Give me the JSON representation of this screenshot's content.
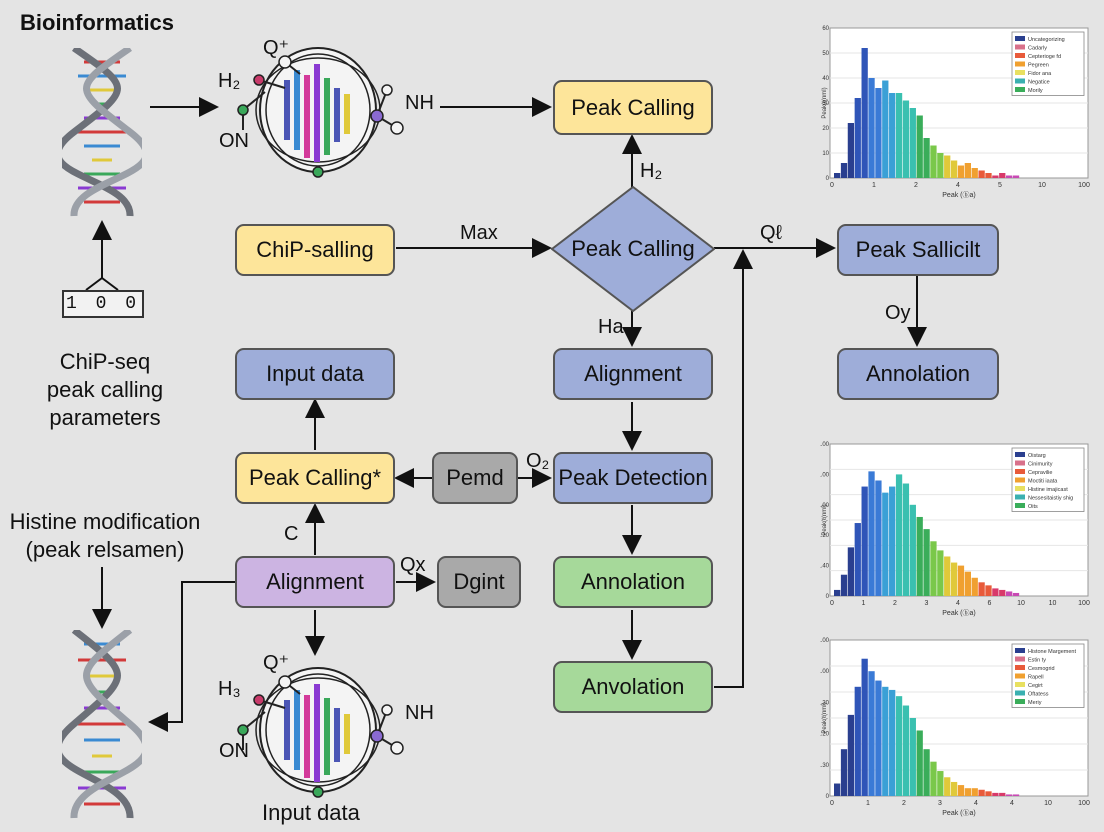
{
  "title": "Bioinformatics",
  "left": {
    "counter": "1 0 0",
    "params_label": [
      "ChiP-seq",
      "peak calling",
      "parameters"
    ],
    "histone_label": [
      "Histine modification",
      "(peak relsamen)"
    ],
    "bottom_label": "Input data"
  },
  "molecule": {
    "q": "Q⁺",
    "h2": "H₂",
    "on": "ON",
    "nh": "NH",
    "hq": "H₃"
  },
  "nodes": {
    "peak_calling_top": "Peak Calling",
    "chip_salling": "ChiP-salling",
    "peak_calling_diamond": "Peak Calling",
    "peak_sallicit": "Peak Sallicilt",
    "input_data": "Input data",
    "alignment_center": "Alignment",
    "annolation_right": "Annolation",
    "peak_calling_star": "Peak Calling*",
    "pemd": "Pemd",
    "peak_detection": "Peak Detection",
    "alignment_purple": "Alignment",
    "dgint": "Dgint",
    "annolation_green": "Annolation",
    "anvolation": "Anvolation"
  },
  "edges": {
    "max": "Max",
    "h2": "H₂",
    "ha": "Ha",
    "ql": "Qℓ",
    "oy": "Oy",
    "o2": "O₂",
    "c": "C",
    "qx": "Qx"
  },
  "colors": {
    "yellow": "#fde59a",
    "blue": "#9eadd9",
    "green": "#a6d99a",
    "purple": "#ccb4e2",
    "gray": "#a9a9a9",
    "background": "#e4e4e4"
  },
  "chart_data": [
    {
      "type": "bar",
      "xlabel": "Peak (ⓑa)",
      "ylabel": "Peak(ℓ(nml)",
      "xticks": [
        "0",
        "1",
        "2",
        "4",
        "5",
        "10",
        "100"
      ],
      "yticks": [
        "0",
        "10",
        "20",
        "30",
        "40",
        "50",
        "60"
      ],
      "ylim": [
        0,
        60
      ],
      "values": [
        2,
        6,
        22,
        32,
        52,
        40,
        36,
        39,
        34,
        34,
        31,
        28,
        25,
        16,
        13,
        10,
        9,
        7,
        5,
        6,
        4,
        3,
        2,
        1,
        2,
        1,
        1
      ],
      "legend": [
        "Uncategorizing",
        "Cadarly",
        "Cepterioge fd",
        "Pegreen",
        "Fidor ana",
        "Negatice",
        "Morily"
      ]
    },
    {
      "type": "bar",
      "xlabel": "Peak (ⓑa)",
      "ylabel": "Peak(ℓ(nml)",
      "xticks": [
        "0",
        "1",
        "2",
        "3",
        "4",
        "6",
        "10",
        "10",
        "100"
      ],
      "yticks": [
        "0",
        "1.40",
        "1.20",
        "1.00",
        "1.00",
        "1.00"
      ],
      "ylim": [
        0,
        100
      ],
      "values": [
        4,
        14,
        32,
        48,
        72,
        82,
        76,
        68,
        72,
        80,
        74,
        60,
        52,
        44,
        36,
        30,
        26,
        22,
        20,
        16,
        12,
        9,
        7,
        5,
        4,
        3,
        2
      ],
      "legend": [
        "Oistarg",
        "Cinimurity",
        "Cepravilie",
        "Moctiti iaata",
        "Histine imajicast",
        "Nessesitaistiy shig",
        "Oits"
      ]
    },
    {
      "type": "bar",
      "xlabel": "Peak (ⓑa)",
      "ylabel": "Peak(ℓ(nml)",
      "xticks": [
        "0",
        "1",
        "2",
        "3",
        "4",
        "4",
        "10",
        "100"
      ],
      "yticks": [
        "0",
        "1.30",
        "1.20",
        "1.30",
        "1.00",
        "1.00"
      ],
      "ylim": [
        0,
        100
      ],
      "values": [
        8,
        30,
        52,
        70,
        88,
        80,
        74,
        70,
        68,
        64,
        58,
        50,
        42,
        30,
        22,
        16,
        12,
        9,
        7,
        5,
        5,
        4,
        3,
        2,
        2,
        1,
        1
      ],
      "legend": [
        "Histone Margement",
        "Estin ty",
        "Cesmogrid",
        "Rapell",
        "Cegirt",
        "Oftatess",
        "Meriy"
      ]
    }
  ]
}
